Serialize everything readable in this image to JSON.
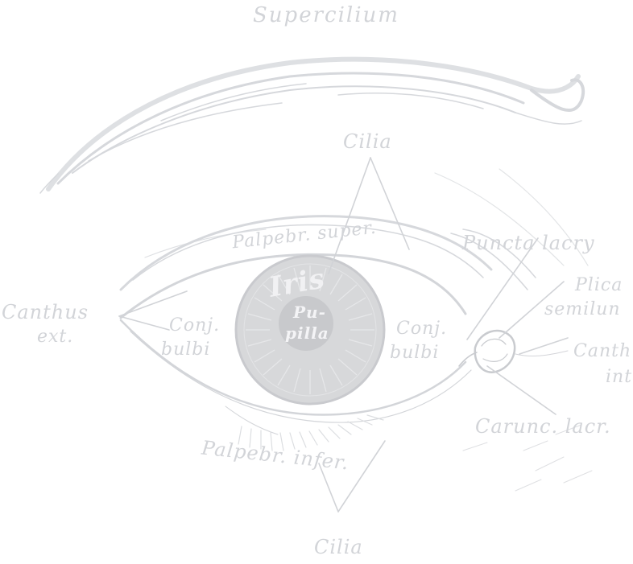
{
  "colors": {
    "background": "#ffffff",
    "engraving": "#d3d5d9",
    "iris": "#d7d8da",
    "pupil": "#c8c9cc",
    "pupil_text": "#f4f4f6"
  },
  "labels": {
    "supercilium": "Supercilium",
    "cilia_top": "Cilia",
    "palpebr_super": "Palpebr. super.",
    "puncta_lacrym": "Puncta lacry",
    "plica_1": "Plica",
    "plica_2": "semilun",
    "canthus_ext_1": "Canthus",
    "canthus_ext_2": "ext.",
    "conj_left_1": "Conj.",
    "conj_left_2": "bulbi",
    "iris": "Iris",
    "pupilla_1": "Pu-",
    "pupilla_2": "pilla",
    "conj_right_1": "Conj.",
    "conj_right_2": "bulbi",
    "canthus_int_1": "Canth",
    "canthus_int_2": "int",
    "caruncula": "Carunc. lacr.",
    "palpebr_infer": "Palpebr. infer.",
    "cilia_bottom": "Cilia"
  }
}
